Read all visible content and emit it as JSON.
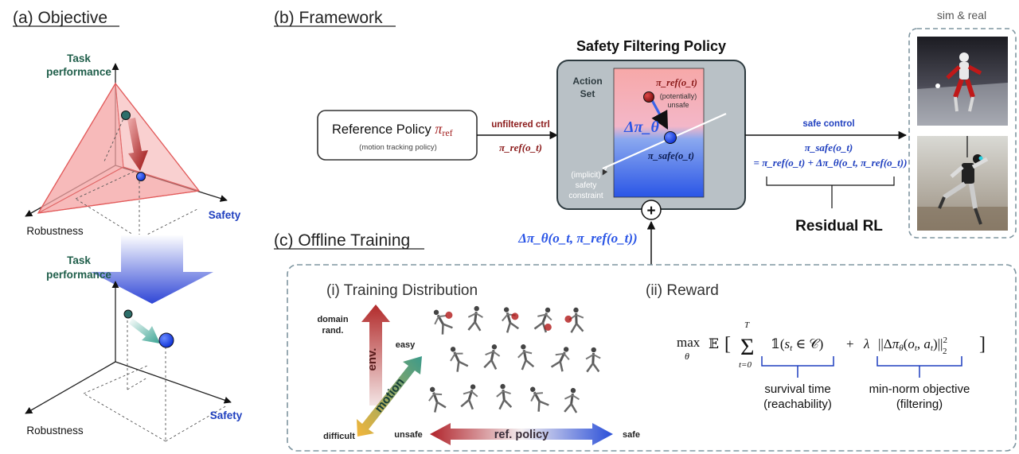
{
  "sections": {
    "objective": "(a) Objective",
    "framework": "(b) Framework",
    "offline_training": "(c) Offline Training"
  },
  "objective": {
    "task_performance_line1": "Task",
    "task_performance_line2": "performance",
    "safety": "Safety",
    "robustness": "Robustness"
  },
  "framework": {
    "reference_policy_label": "Reference Policy",
    "reference_policy_symbol": "π",
    "reference_policy_sub": "ref",
    "reference_policy_note": "(motion tracking policy)",
    "unfiltered_ctrl": "unfiltered ctrl",
    "pi_ref_ot": "π_ref(o_t)",
    "safety_filtering_policy": "Safety Filtering Policy",
    "action_set_line1": "Action",
    "action_set_line2": "Set",
    "box_pi_ref": "π_ref(o_t)",
    "potentially_unsafe_line1": "(potentially)",
    "potentially_unsafe_line2": "unsafe",
    "delta_pi": "Δπ_θ",
    "pi_safe_box": "π_safe(o_t)",
    "implicit_line1": "(implicit)",
    "implicit_line2": "safety",
    "implicit_line3": "constraint",
    "plus": "+",
    "delta_feedback": "Δπ_θ(o_t, π_ref(o_t))",
    "safe_control": "safe control",
    "pi_safe_eq_line1": "π_safe(o_t)",
    "pi_safe_eq_line2": "= π_ref(o_t) + Δπ_θ(o_t, π_ref(o_t))",
    "residual_rl": "Residual RL",
    "sim_real": "sim & real"
  },
  "training": {
    "training_distribution": "(i) Training Distribution",
    "reward": "(ii) Reward",
    "domain_rand_line1": "domain",
    "domain_rand_line2": "rand.",
    "env": "env.",
    "easy": "easy",
    "motion": "motion",
    "difficult": "difficult",
    "unsafe": "unsafe",
    "ref_policy": "ref. policy",
    "safe": "safe",
    "reward_equation": "max_θ 𝔼[ Σ_{t=0}^{T} 𝟙(s_t ∈ 𝒞) + λ ||Δπ_θ(o_t, a_t)||²₂ ]",
    "survival_time_line1": "survival time",
    "survival_time_line2": "(reachability)",
    "min_norm_line1": "min-norm objective",
    "min_norm_line2": "(filtering)"
  },
  "colors": {
    "task_green": "#1f5e4a",
    "safety_blue": "#1f3fbf",
    "dark_red": "#8b1a1a",
    "ref_red": "#a21f1f",
    "box_gray": "#b9c1c6",
    "dashed_border": "#7f95a0"
  }
}
